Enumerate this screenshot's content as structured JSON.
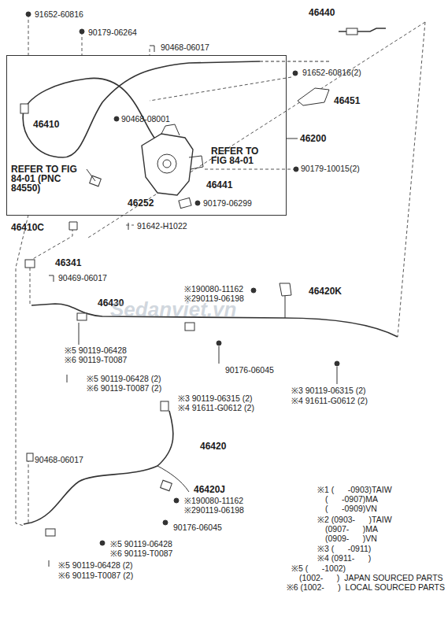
{
  "diagram": {
    "nodes": [
      {
        "text": [
          "46200"
        ]
      }
    ],
    "edges": [],
    "labels": [
      "91652-60816",
      "90179-06264",
      "46440",
      "90468-06017",
      "91652-60816(2)",
      "46451",
      "46410",
      "90468-08001",
      "REFER TO FIG 84-01",
      "90179-10015(2)",
      "REFER TO FIG 84-01 (PNC 84550)",
      "46441",
      "46252",
      "90179-06299",
      "46410C",
      "91642-H1022",
      "46341",
      "90469-06017",
      "※190080-11162",
      "※290119-06198",
      "46420K",
      "46430",
      "※5 90119-06428",
      "※6 90119-T0087",
      "90176-06045",
      "※5 90119-06428 (2)",
      "※6 90119-T0087 (2)",
      "※3 90119-06315 (2)",
      "※3 90119-06315 (2)",
      "※4 91611-G0612 (2)",
      "※4 91611-G0612 (2)",
      "46420",
      "90468-06017",
      "46420J",
      "※190080-11162",
      "※290119-06198",
      "90176-06045",
      "※5 90119-06428",
      "※6 90119-T0087",
      "※5 90119-06428 (2)",
      "※6 90119-T0087 (2)",
      "※1 (      -0903)TAIW",
      "(      -0907)MA",
      "(      -0909)VN",
      "※2 (0903-      )TAIW",
      "(0907-      )MA",
      "(0909-      )VN",
      "※3 (      -0911)",
      "※4 (0911-      )",
      "※5 (      -1002)",
      "(1002-      )  JAPAN SOURCED PARTS",
      "※6 (1002-      )  LOCAL SOURCED PARTS",
      "Sedanviet.vn"
    ]
  }
}
